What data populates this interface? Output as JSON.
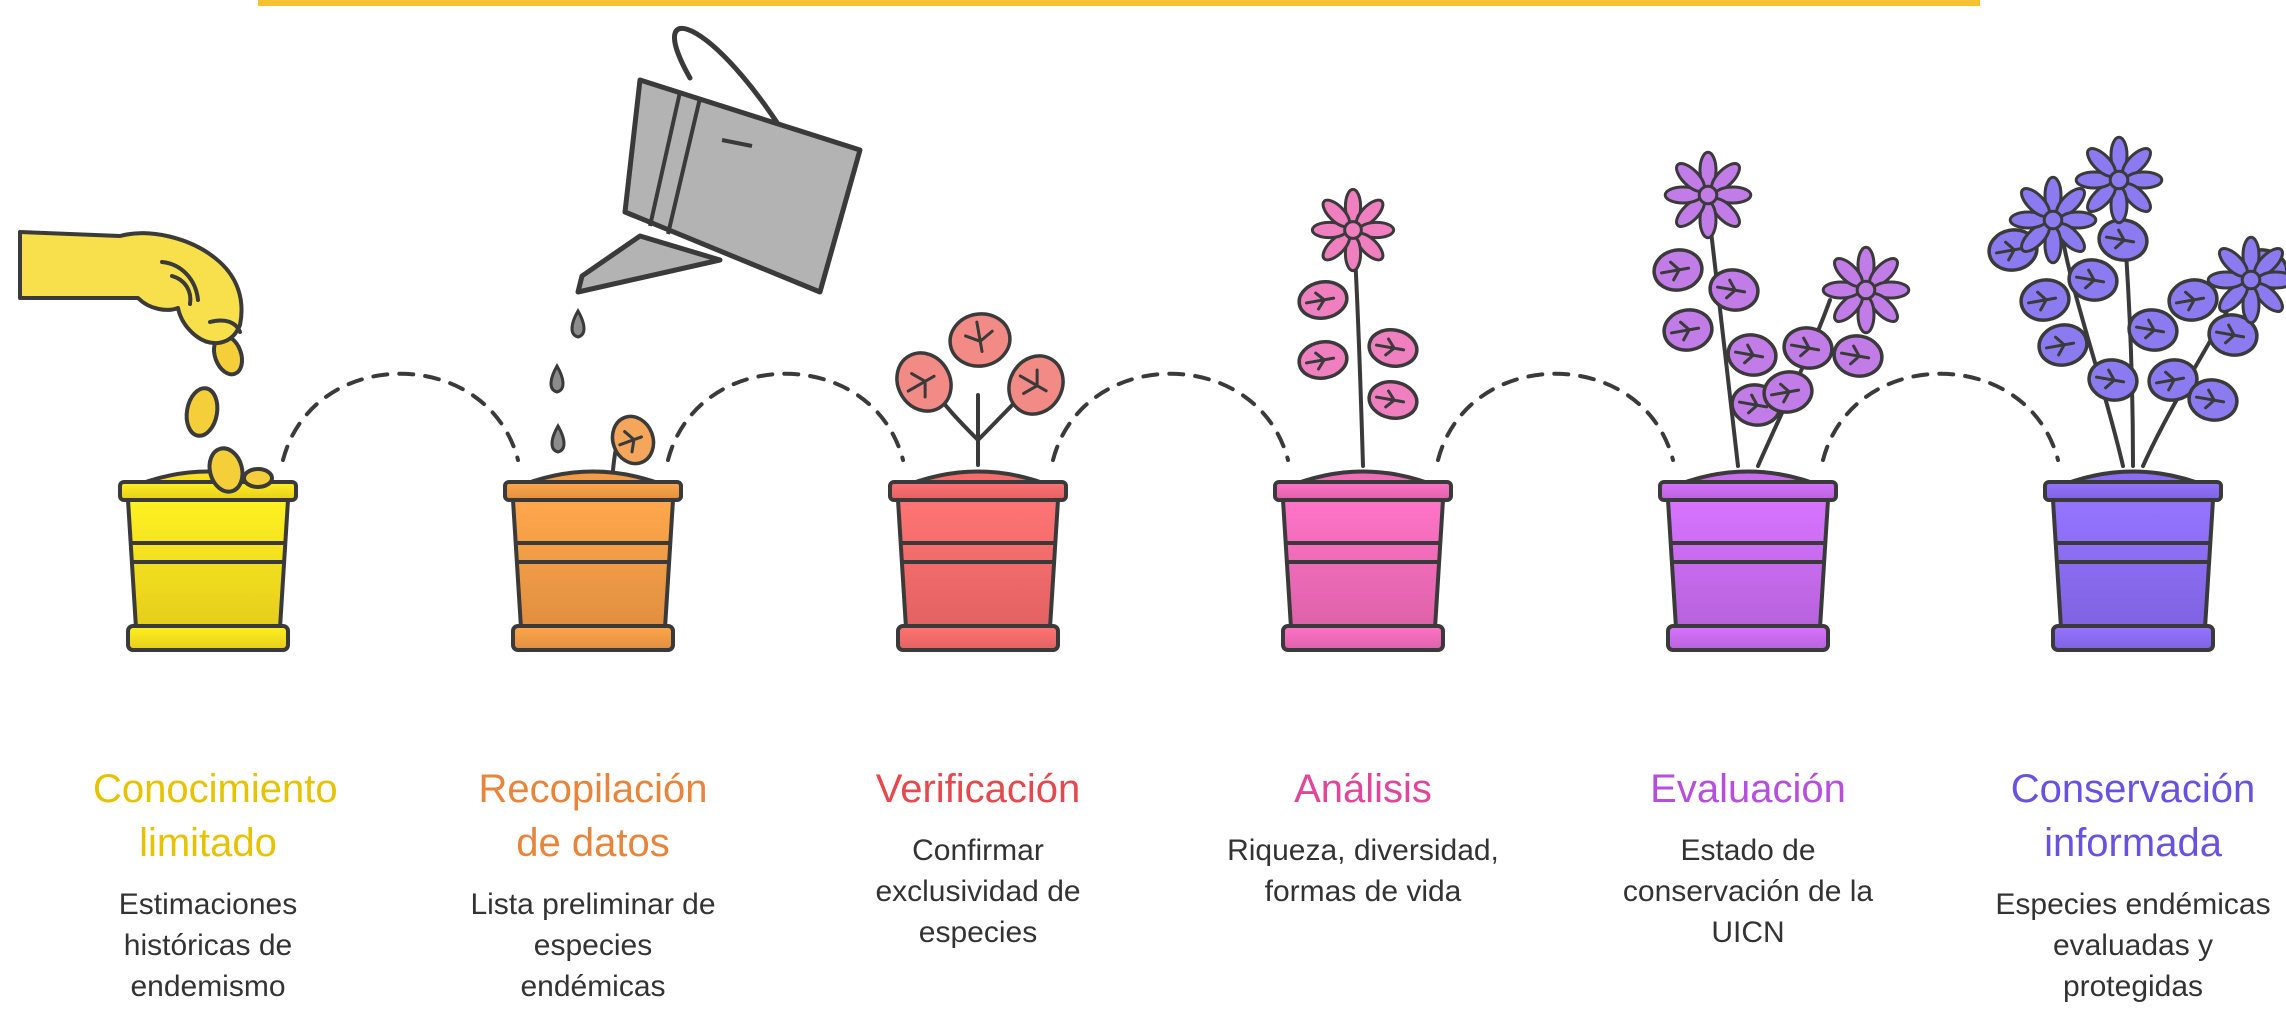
{
  "colors": {
    "banner": "#f7c232",
    "outline": "#3a3a3a",
    "hand": "#f7e04b",
    "seed": "#f4cf3a",
    "watering_can": "#b3b3b3",
    "drop": "#8c8c8c"
  },
  "steps": [
    {
      "title": "Conocimiento limitado",
      "desc": "Estimaciones históricas de endemismo",
      "color": "#e6c200",
      "pot": "#f9df1f",
      "plant": "seeds"
    },
    {
      "title": "Recopilación de datos",
      "desc": "Lista preliminar de especies endémicas",
      "color": "#e8853a",
      "pot": "#f49b46",
      "plant": "sprout"
    },
    {
      "title": "Verificación",
      "desc": "Confirmar exclusividad de especies",
      "color": "#e5484d",
      "pot": "#f76b6b",
      "plant": "seedling",
      "leaf": "#f28b85"
    },
    {
      "title": "Análisis",
      "desc": "Riqueza, diversidad, formas de vida",
      "color": "#e0469a",
      "pot": "#f06bb8",
      "plant": "flower",
      "leaf": "#f07fc0"
    },
    {
      "title": "Evaluación",
      "desc": "Estado de conservación de la UICN",
      "color": "#b64fdc",
      "pot": "#c76bef",
      "plant": "bush",
      "leaf": "#c27ce8"
    },
    {
      "title": "Conservación informada",
      "desc": "Especies endémicas evaluadas y protegidas",
      "color": "#6a52e0",
      "pot": "#8a6cf5",
      "plant": "full",
      "leaf": "#8c7bf0"
    }
  ]
}
